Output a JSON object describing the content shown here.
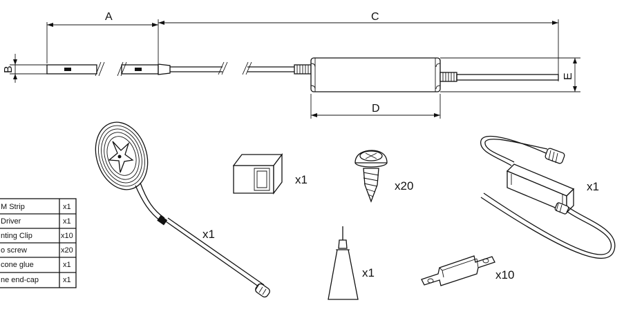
{
  "dimensions": {
    "a": "A",
    "b": "B",
    "c": "C",
    "d": "D",
    "e": "E"
  },
  "quantities": {
    "end_cap": "x1",
    "screw": "x20",
    "driver": "x1",
    "strip": "x1",
    "glue": "x1",
    "clip": "x10"
  },
  "parts_table": {
    "rows": [
      {
        "name": "M Strip",
        "qty": "x1"
      },
      {
        "name": "Driver",
        "qty": "x1"
      },
      {
        "name": "nting Clip",
        "qty": "x10"
      },
      {
        "name": "o screw",
        "qty": "x20"
      },
      {
        "name": "cone glue",
        "qty": "x1"
      },
      {
        "name": "ne end-cap",
        "qty": "x1"
      }
    ]
  }
}
